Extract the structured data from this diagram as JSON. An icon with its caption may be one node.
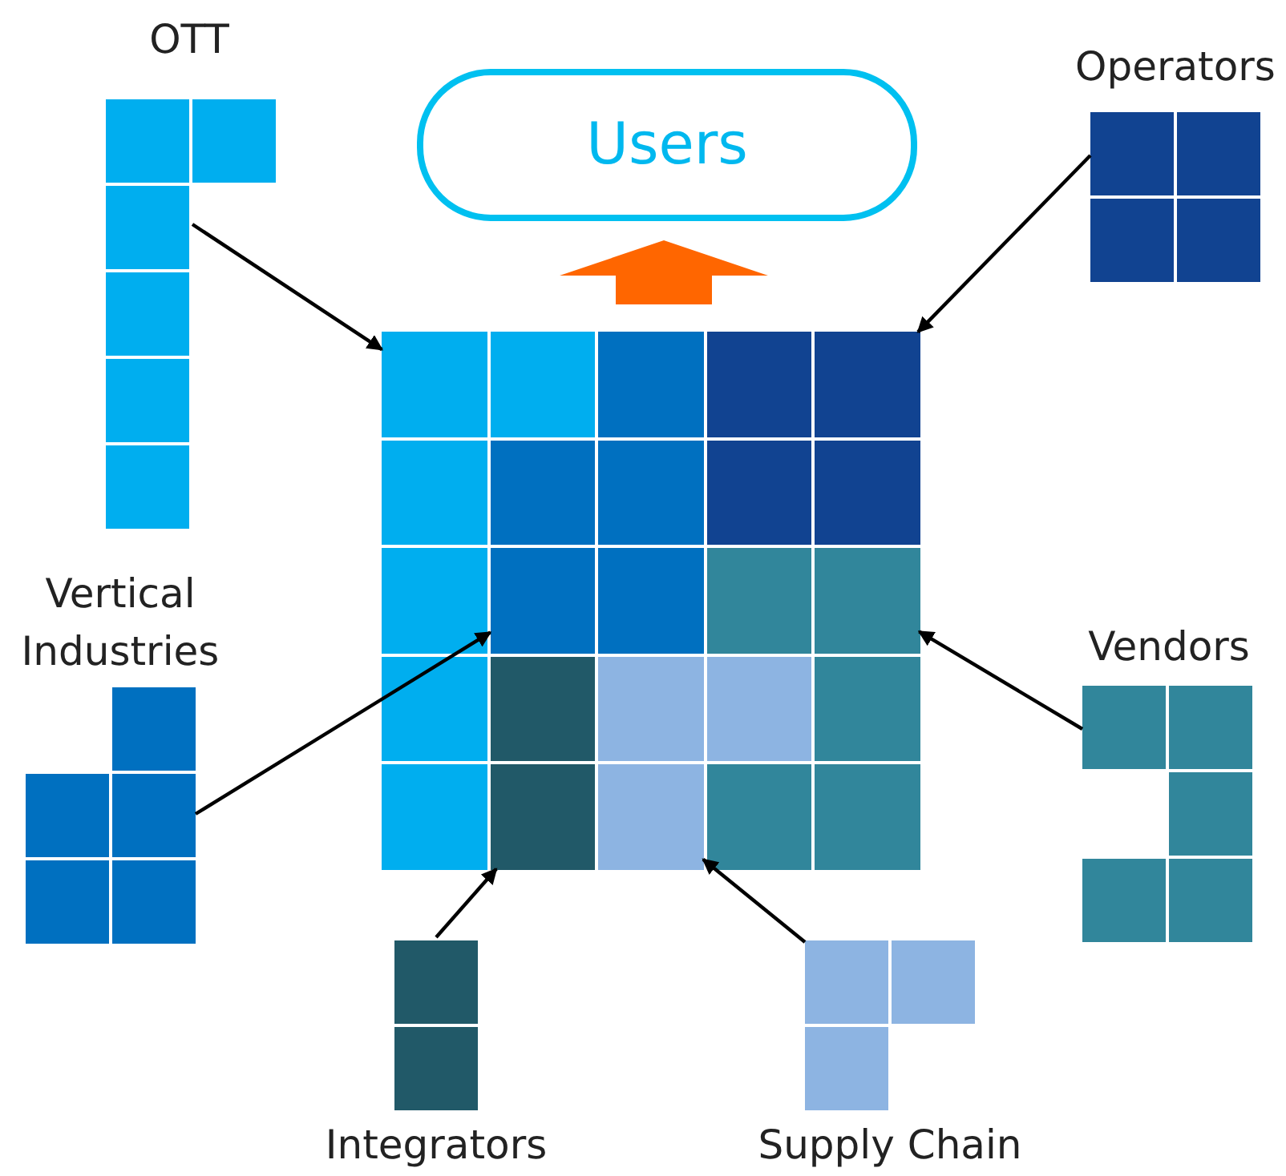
{
  "diagram": {
    "nodes": [
      {
        "text": [
          "Users"
        ]
      },
      {
        "text": [
          "OTT"
        ]
      },
      {
        "text": [
          "Operators"
        ]
      },
      {
        "text": [
          "Vertical Industries"
        ]
      },
      {
        "text": [
          "Vendors"
        ]
      },
      {
        "text": [
          "Integrators"
        ]
      },
      {
        "text": [
          "Supply Chain"
        ]
      },
      {
        "text": [],
        "shape": "box"
      },
      {
        "text": [],
        "shape": "box",
        "in": 7
      },
      {
        "text": [],
        "shape": "box",
        "in": 7
      },
      {
        "text": [],
        "shape": "box",
        "in": 7
      },
      {
        "text": [],
        "shape": "box",
        "in": 7
      },
      {
        "text": [],
        "shape": "box",
        "in": 7
      },
      {
        "text": [],
        "shape": "box",
        "in": 7
      }
    ],
    "edges": [
      {
        "from": 1,
        "to": 8,
        "arrow": "to"
      },
      {
        "from": 2,
        "to": 9,
        "arrow": "to"
      },
      {
        "from": 3,
        "to": 10,
        "arrow": "to"
      },
      {
        "from": 4,
        "to": 11,
        "arrow": "to"
      },
      {
        "from": 5,
        "to": 12,
        "arrow": "to"
      },
      {
        "from": 6,
        "to": 13,
        "arrow": "to"
      },
      {
        "from": 7,
        "to": 0,
        "arrow": "to",
        "style": "thick",
        "color": "#ff6600"
      }
    ]
  }
}
